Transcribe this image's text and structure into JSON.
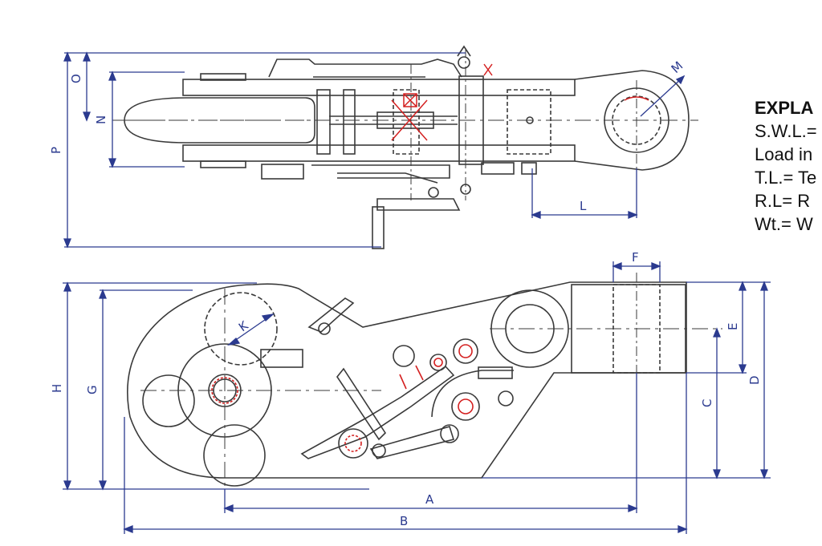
{
  "colors": {
    "part": "#3a3a3a",
    "dimension": "#2b3a8f",
    "marker": "#d42020",
    "background": "#ffffff"
  },
  "top_view": {
    "dims": {
      "O": "O",
      "N": "N",
      "P": "P",
      "M": "M",
      "L": "L"
    }
  },
  "side_view": {
    "dims": {
      "F": "F",
      "K": "K",
      "E": "E",
      "H": "H",
      "G": "G",
      "C": "C",
      "D": "D",
      "A": "A",
      "B": "B"
    }
  },
  "legend": {
    "title": "EXPLA",
    "lines": [
      "S.W.L.=",
      "Load in",
      "T.L.= Te",
      "R.L= R",
      "Wt.= W"
    ]
  }
}
